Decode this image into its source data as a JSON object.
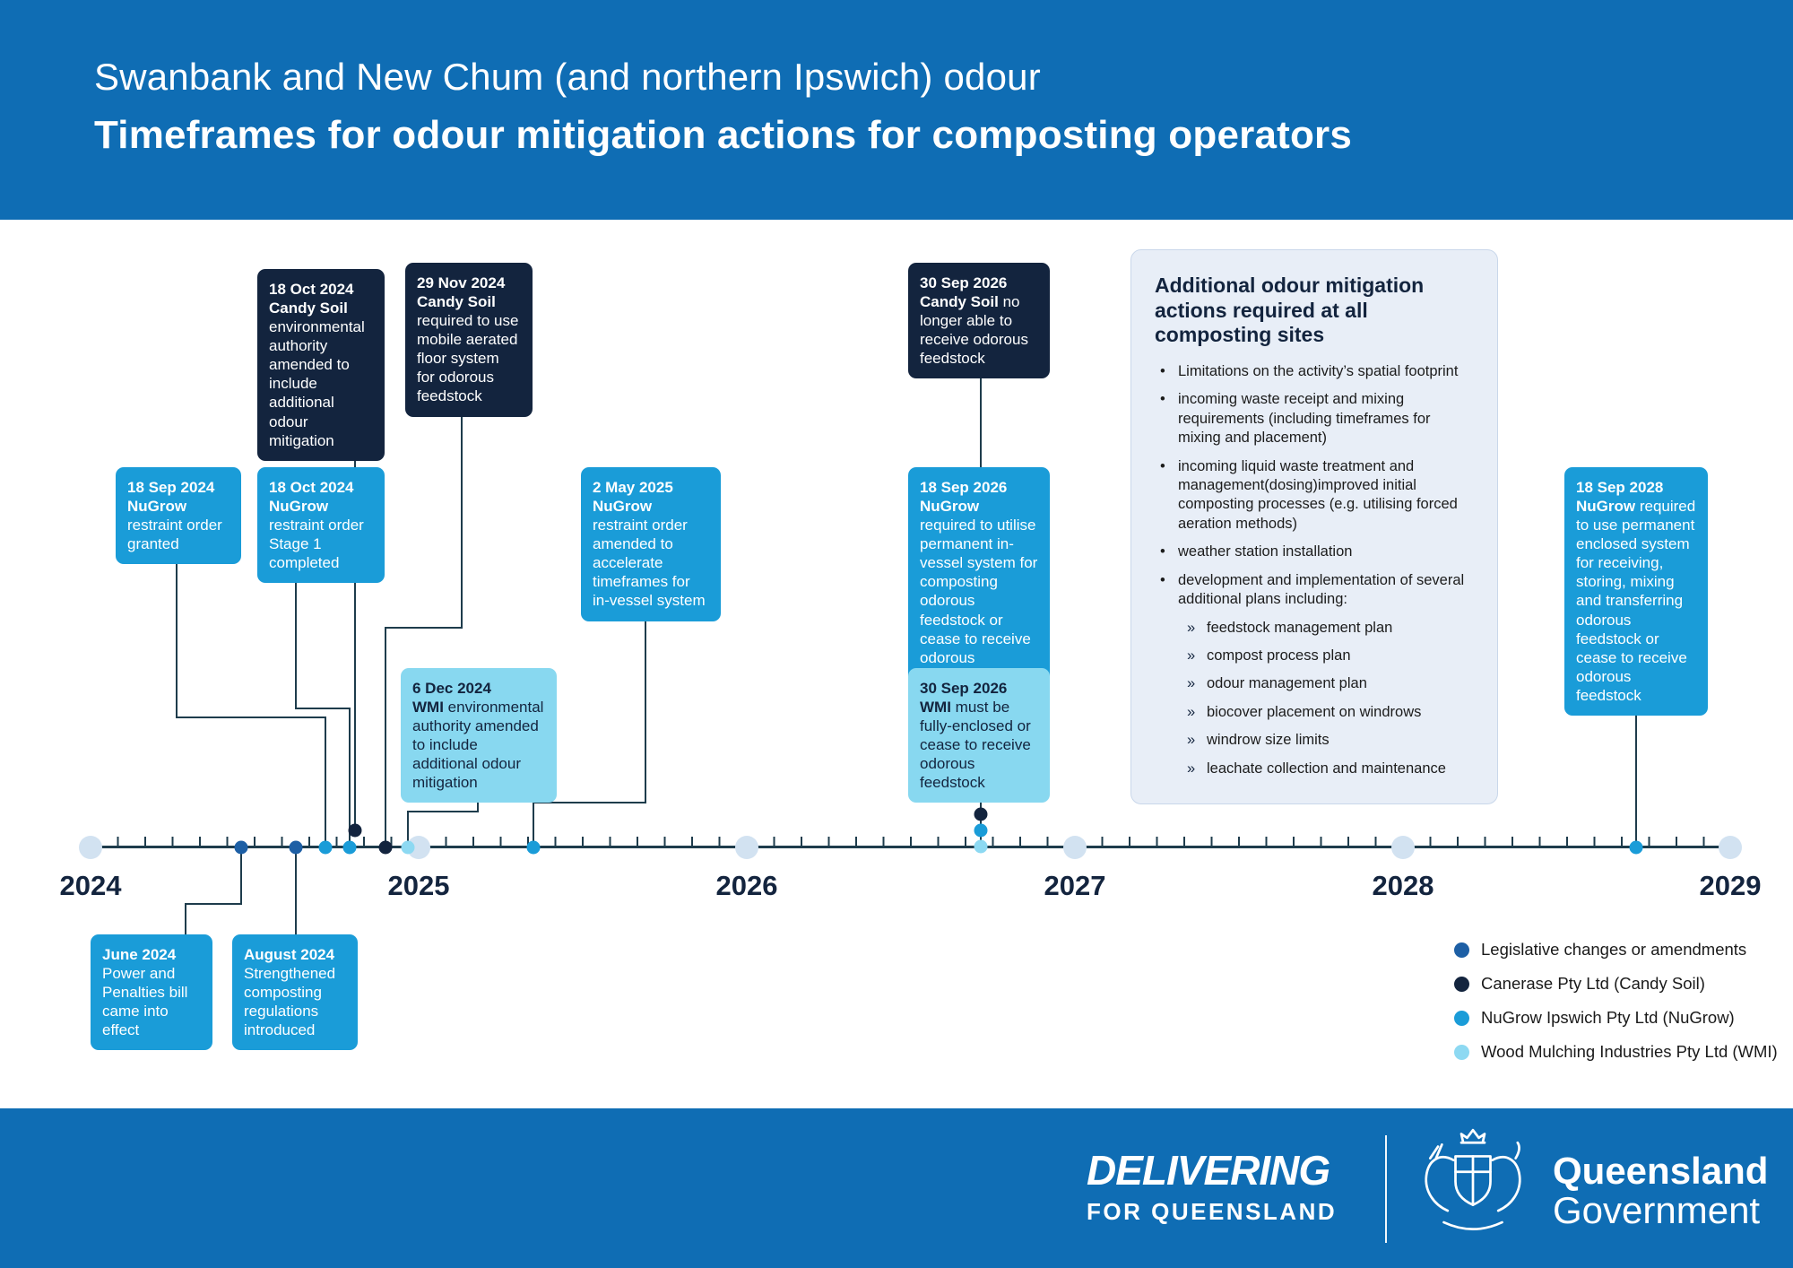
{
  "header": {
    "kicker": "Swanbank and New Chum (and northern Ipswich) odour",
    "title": "Timeframes for odour mitigation actions for composting operators"
  },
  "timeline": {
    "years": [
      "2024",
      "2025",
      "2026",
      "2027",
      "2028",
      "2029"
    ]
  },
  "events": [
    {
      "date": "June 2024",
      "entity": "",
      "text": "Power and Penalties bill came into effect",
      "type": "legislative"
    },
    {
      "date": "August 2024",
      "entity": "",
      "text": "Strengthened composting regulations introduced",
      "type": "legislative"
    },
    {
      "date": "18 Sep 2024",
      "entity": "NuGrow",
      "text": "restraint order granted",
      "type": "nugrow"
    },
    {
      "date": "18 Oct 2024",
      "entity": "Candy Soil",
      "text": "environmental authority amended to include additional odour mitigation",
      "type": "candy"
    },
    {
      "date": "18 Oct 2024",
      "entity": "NuGrow",
      "text": "restraint order Stage 1 completed",
      "type": "nugrow"
    },
    {
      "date": "29 Nov 2024",
      "entity": "Candy Soil",
      "text": "required to use mobile aerated floor system for odorous feedstock",
      "type": "candy"
    },
    {
      "date": "6 Dec 2024",
      "entity": "WMI",
      "text": "environmental authority amended to include additional odour mitigation",
      "type": "wmi"
    },
    {
      "date": "2 May 2025",
      "entity": "NuGrow",
      "text": "restraint order amended to accelerate timeframes for in-vessel system",
      "type": "nugrow"
    },
    {
      "date": "18 Sep 2026",
      "entity": "NuGrow",
      "text": "required to utilise permanent in-vessel system for composting odorous feedstock or cease to receive odorous feedstock",
      "type": "nugrow"
    },
    {
      "date": "30 Sep 2026",
      "entity": "Candy Soil",
      "text": "no longer able to receive odorous feedstock",
      "type": "candy"
    },
    {
      "date": "30 Sep 2026",
      "entity": "WMI",
      "text": "must be fully-enclosed or cease to receive odorous feedstock",
      "type": "wmi"
    },
    {
      "date": "18 Sep 2028",
      "entity": "NuGrow",
      "text": "required to use permanent enclosed system for receiving, storing, mixing and transferring odorous feedstock or cease to receive odorous feedstock",
      "type": "nugrow"
    }
  ],
  "info_panel": {
    "title": "Additional odour mitigation actions required at all composting sites",
    "bullets": [
      "Limitations on the activity’s spatial footprint",
      "incoming waste receipt and mixing requirements (including timeframes for mixing and placement)",
      "incoming liquid waste treatment and management(dosing)improved initial composting processes (e.g. utilising forced aeration methods)",
      "weather station installation",
      "development and implementation of several additional plans including:"
    ],
    "sub_bullets": [
      "feedstock management plan",
      "compost process plan",
      "odour management plan",
      "biocover placement on windrows",
      "windrow size limits",
      "leachate collection and maintenance"
    ]
  },
  "legend": {
    "items": [
      {
        "label": "Legislative changes or amendments",
        "color": "#1d5fa5"
      },
      {
        "label": "Canerase Pty Ltd (Candy Soil)",
        "color": "#13243e"
      },
      {
        "label": "NuGrow Ipswich Pty Ltd (NuGrow)",
        "color": "#1a9cd8"
      },
      {
        "label": "Wood Mulching Industries Pty Ltd (WMI)",
        "color": "#8dd9f2"
      }
    ]
  },
  "footer": {
    "delivering": "DELIVERING",
    "for_queensland": "FOR QUEENSLAND",
    "qld": "Queensland",
    "gov": "Government"
  }
}
